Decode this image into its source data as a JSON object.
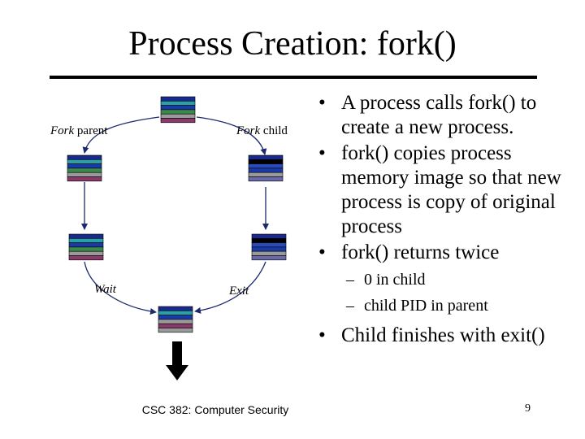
{
  "title": "Process Creation: fork()",
  "labels": {
    "fork_parent_italic": "Fork",
    "fork_parent_rest": " parent",
    "fork_child_italic": "Fork",
    "fork_child_rest": " child",
    "wait": "Wait",
    "exit": "Exit"
  },
  "bullets": [
    {
      "text": "A process calls fork() to create a new process."
    },
    {
      "text": "fork() copies process memory image so that new process is copy of original process"
    },
    {
      "text": "fork() returns twice"
    },
    {
      "text": "Child finishes with exit()"
    }
  ],
  "sub_bullets": [
    {
      "text": "0 in child"
    },
    {
      "text": "child PID in parent"
    }
  ],
  "bullet_symbol": "•",
  "dash_symbol": "–",
  "footer": "CSC 382: Computer Security",
  "page_number": "9",
  "colors": {
    "process_rows_parent": [
      "#1a2a8c",
      "#2aa0a8",
      "#1a3aa8",
      "#3a8a4a",
      "#9a9a9a",
      "#8a3a6a"
    ],
    "process_rows_child": [
      "#1a2a8c",
      "#000000",
      "#2a4ab8",
      "#1a3aa8",
      "#9a9a9a",
      "#6a6aa8"
    ]
  }
}
